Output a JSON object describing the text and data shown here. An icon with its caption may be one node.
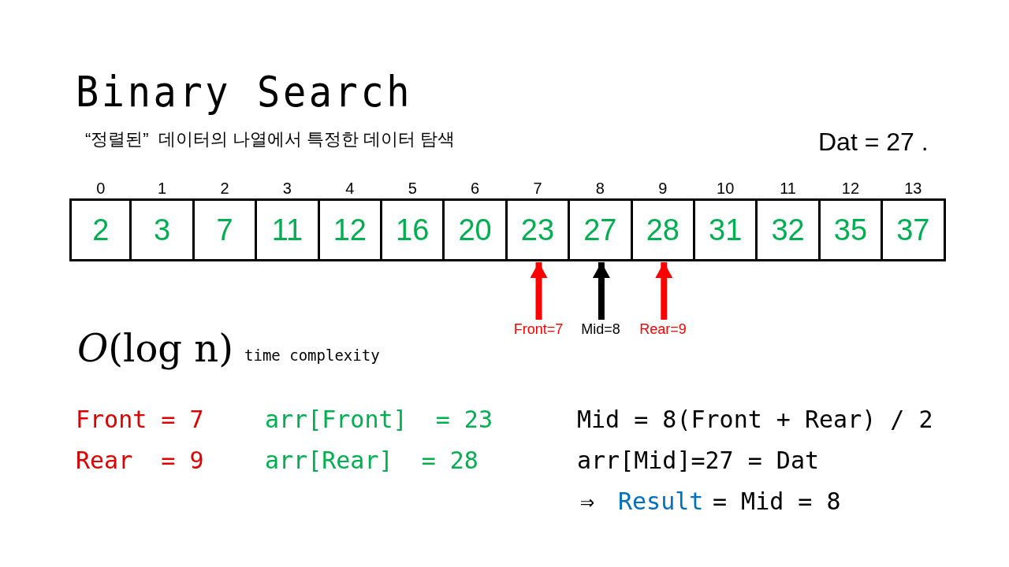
{
  "diagram": {
    "title": "Binary Search",
    "nodes": [
      {
        "text": [
          "2"
        ],
        "beside": [
          "0"
        ]
      },
      {
        "text": [
          "3"
        ],
        "beside": [
          "1"
        ]
      },
      {
        "text": [
          "7"
        ],
        "beside": [
          "2"
        ]
      },
      {
        "text": [
          "11"
        ],
        "beside": [
          "3"
        ]
      },
      {
        "text": [
          "12"
        ],
        "beside": [
          "4"
        ]
      },
      {
        "text": [
          "16"
        ],
        "beside": [
          "5"
        ]
      },
      {
        "text": [
          "20"
        ],
        "beside": [
          "6"
        ]
      },
      {
        "text": [
          "23"
        ],
        "beside": [
          "7"
        ]
      },
      {
        "text": [
          "27"
        ],
        "beside": [
          "8"
        ]
      },
      {
        "text": [
          "28"
        ],
        "beside": [
          "9"
        ]
      },
      {
        "text": [
          "31"
        ],
        "beside": [
          "10"
        ]
      },
      {
        "text": [
          "32"
        ],
        "beside": [
          "11"
        ]
      },
      {
        "text": [
          "35"
        ],
        "beside": [
          "12"
        ]
      },
      {
        "text": [
          "37"
        ],
        "beside": [
          "13"
        ]
      },
      {
        "text": [
          "Front=7"
        ]
      },
      {
        "text": [
          "Mid=8"
        ]
      },
      {
        "text": [
          "Rear=9"
        ]
      }
    ],
    "edges": [
      {
        "from": 14,
        "to": 7,
        "arrow": "to",
        "color": "#ff0000"
      },
      {
        "from": 15,
        "to": 8,
        "arrow": "to",
        "color": "#000000"
      },
      {
        "from": 16,
        "to": 9,
        "arrow": "to",
        "color": "#ff0000"
      }
    ],
    "labels": [
      "“정렬된”  데이터의 나열에서 특정한 데이터 탐색",
      "Dat = 27 .",
      "*O*(log n)",
      "time complexity",
      "Front = 7",
      "arr[Front]  = 23",
      "Mid = 8(Front + Rear) / 2",
      "Rear  = 9",
      "arr[Rear]  = 28",
      "arr[Mid]=27 = Dat",
      "⇒",
      "Result",
      "= Mid = 8"
    ]
  }
}
